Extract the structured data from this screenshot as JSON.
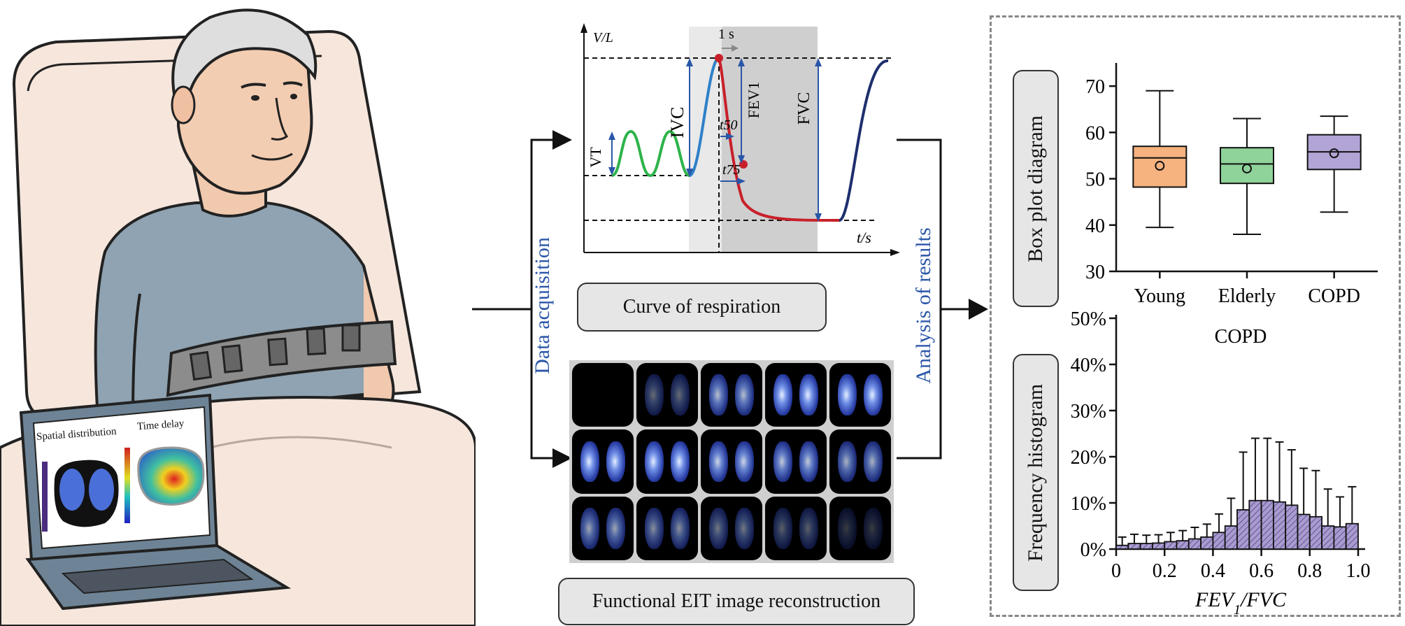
{
  "laptop": {
    "spatial_label": "Spatial distribution",
    "time_label": "Time delay"
  },
  "flow": {
    "data_acquisition": "Data acquisition",
    "analysis_of_results": "Analysis of results"
  },
  "respiration": {
    "caption": "Curve of respiration",
    "y_axis": "V/L",
    "x_axis": "t/s",
    "ivc": "IVC",
    "fev1": "FEV1",
    "fvc": "FVC",
    "vt": "VT",
    "t50": "t50",
    "t75": "t75",
    "one_s": "1 s"
  },
  "eit": {
    "caption": "Functional EIT image reconstruction"
  },
  "results": {
    "box_label": "Box plot diagram",
    "hist_label": "Frequency histogram",
    "hist_title": "COPD",
    "hist_xlabel": "FEV1/FVC"
  },
  "chart_data": [
    {
      "type": "box",
      "categories": [
        "Young",
        "Elderly",
        "COPD"
      ],
      "ylim": [
        30,
        75
      ],
      "yticks": [
        30,
        40,
        50,
        60,
        70
      ],
      "boxes": [
        {
          "name": "Young",
          "whisker_low": 39.5,
          "q1": 48.2,
          "median": 54.5,
          "q3": 57.0,
          "whisker_high": 69.0,
          "mean": 52.8,
          "color": "#f6b27f"
        },
        {
          "name": "Elderly",
          "whisker_low": 38.0,
          "q1": 49.0,
          "median": 53.2,
          "q3": 56.7,
          "whisker_high": 63.0,
          "mean": 52.2,
          "color": "#8fd39a"
        },
        {
          "name": "COPD",
          "whisker_low": 42.8,
          "q1": 52.0,
          "median": 55.8,
          "q3": 59.5,
          "whisker_high": 63.5,
          "mean": 55.5,
          "color": "#b3a4d6"
        }
      ]
    },
    {
      "type": "bar",
      "title": "COPD",
      "xlabel": "FEV1/FVC",
      "xlim": [
        0,
        1.0
      ],
      "xticks": [
        "0",
        "0.2",
        "0.4",
        "0.6",
        "0.8",
        "1.0"
      ],
      "ylim": [
        0,
        50
      ],
      "yticks": [
        "0%",
        "10%",
        "20%",
        "30%",
        "40%",
        "50%"
      ],
      "bar_color": "#a99bd0",
      "x": [
        0.025,
        0.075,
        0.125,
        0.175,
        0.225,
        0.275,
        0.325,
        0.375,
        0.425,
        0.475,
        0.525,
        0.575,
        0.625,
        0.675,
        0.725,
        0.775,
        0.825,
        0.875,
        0.925,
        0.975
      ],
      "values": [
        0.8,
        1.2,
        1.2,
        1.3,
        1.6,
        1.8,
        2.2,
        2.6,
        3.6,
        5.0,
        8.5,
        10.5,
        10.5,
        10.2,
        9.5,
        7.5,
        7.0,
        5.0,
        4.8,
        5.5
      ],
      "errors": [
        1.8,
        2.0,
        1.8,
        1.8,
        2.0,
        2.2,
        2.5,
        2.8,
        4.0,
        6.0,
        12.5,
        13.5,
        13.5,
        13.0,
        12.0,
        10.0,
        10.0,
        8.0,
        6.5,
        8.0
      ]
    }
  ]
}
